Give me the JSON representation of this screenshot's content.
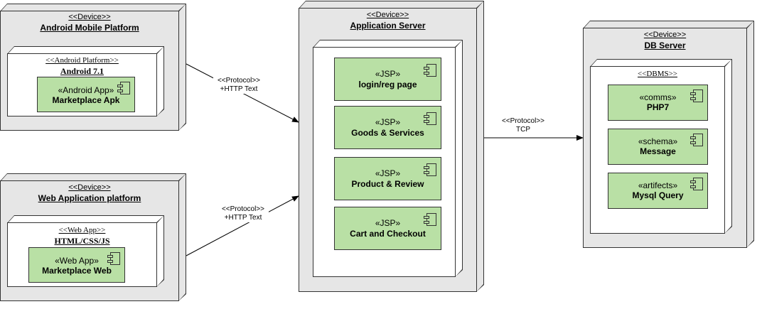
{
  "nodes": {
    "android": {
      "stereotype": "<<Device>>",
      "title": "Android Mobile Platform",
      "inner": {
        "stereotype": "<<Android Platform>>",
        "title": "Android 7.1",
        "component": {
          "stereotype": "«Android App»",
          "name": "Marketplace Apk"
        }
      }
    },
    "web": {
      "stereotype": "<<Device>>",
      "title": "Web Application platform",
      "inner": {
        "stereotype": "<<Web App>>",
        "title": "HTML/CSS/JS",
        "component": {
          "stereotype": "«Web App»",
          "name": "Marketplace Web"
        }
      }
    },
    "app_server": {
      "stereotype": "<<Device>>",
      "title": "Application Server",
      "components": [
        {
          "stereotype": "«JSP»",
          "name": "login/reg page"
        },
        {
          "stereotype": "«JSP»",
          "name": "Goods & Services"
        },
        {
          "stereotype": "«JSP»",
          "name": "Product & Review"
        },
        {
          "stereotype": "«JSP»",
          "name": "Cart and Checkout"
        }
      ]
    },
    "db_server": {
      "stereotype": "<<Device>>",
      "title": "DB Server",
      "inner": {
        "stereotype": "<<DBMS>>",
        "components": [
          {
            "stereotype": "«comms»",
            "name": "PHP7"
          },
          {
            "stereotype": "«schema»",
            "name": "Message"
          },
          {
            "stereotype": "«artifects»",
            "name": "Mysql Query"
          }
        ]
      }
    }
  },
  "edges": [
    {
      "protocol": "<<Protocol>>",
      "label": "+HTTP Text"
    },
    {
      "protocol": "<<Protocol>>",
      "label": "+HTTP Text"
    },
    {
      "protocol": "<<Protocol>>",
      "label": "TCP"
    }
  ],
  "colors": {
    "device_fill": "#e6e6e6",
    "inner_fill": "#ffffff",
    "component_fill": "#b9e0a5",
    "stroke": "#333333"
  },
  "icons": {
    "component": "uml-component-icon"
  }
}
